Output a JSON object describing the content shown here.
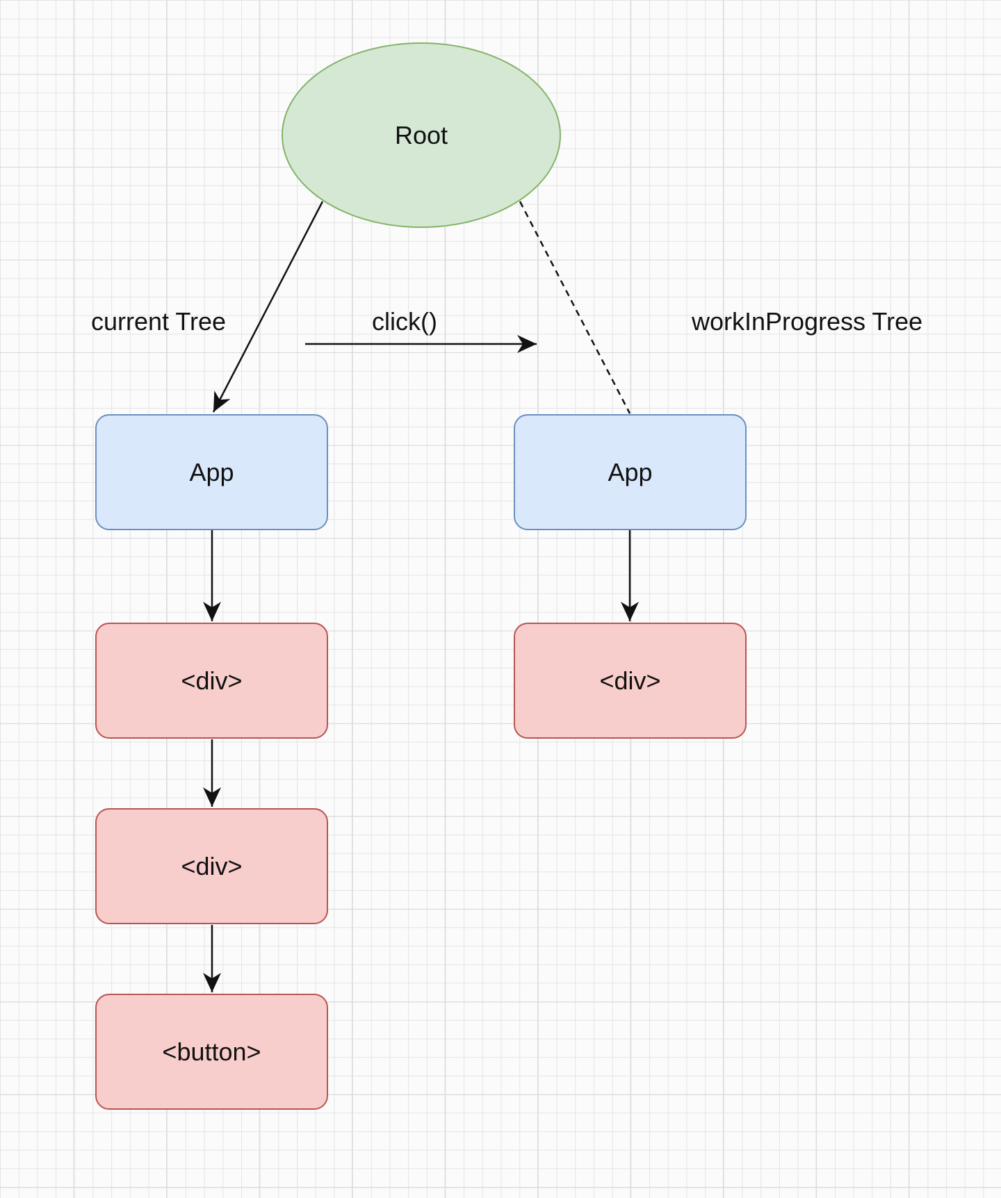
{
  "nodes": {
    "root": "Root",
    "current_app": "App",
    "current_div1": "<div>",
    "current_div2": "<div>",
    "current_button": "<button>",
    "wip_app": "App",
    "wip_div": "<div>"
  },
  "labels": {
    "current_tree": "current Tree",
    "click": "click()",
    "wip_tree": "workInProgress Tree"
  },
  "colors": {
    "root_fill": "#d5e8d4",
    "root_stroke": "#82b366",
    "component_fill": "#dae8fc",
    "component_stroke": "#6c8ebf",
    "element_fill": "#f8cecc",
    "element_stroke": "#b85450"
  }
}
